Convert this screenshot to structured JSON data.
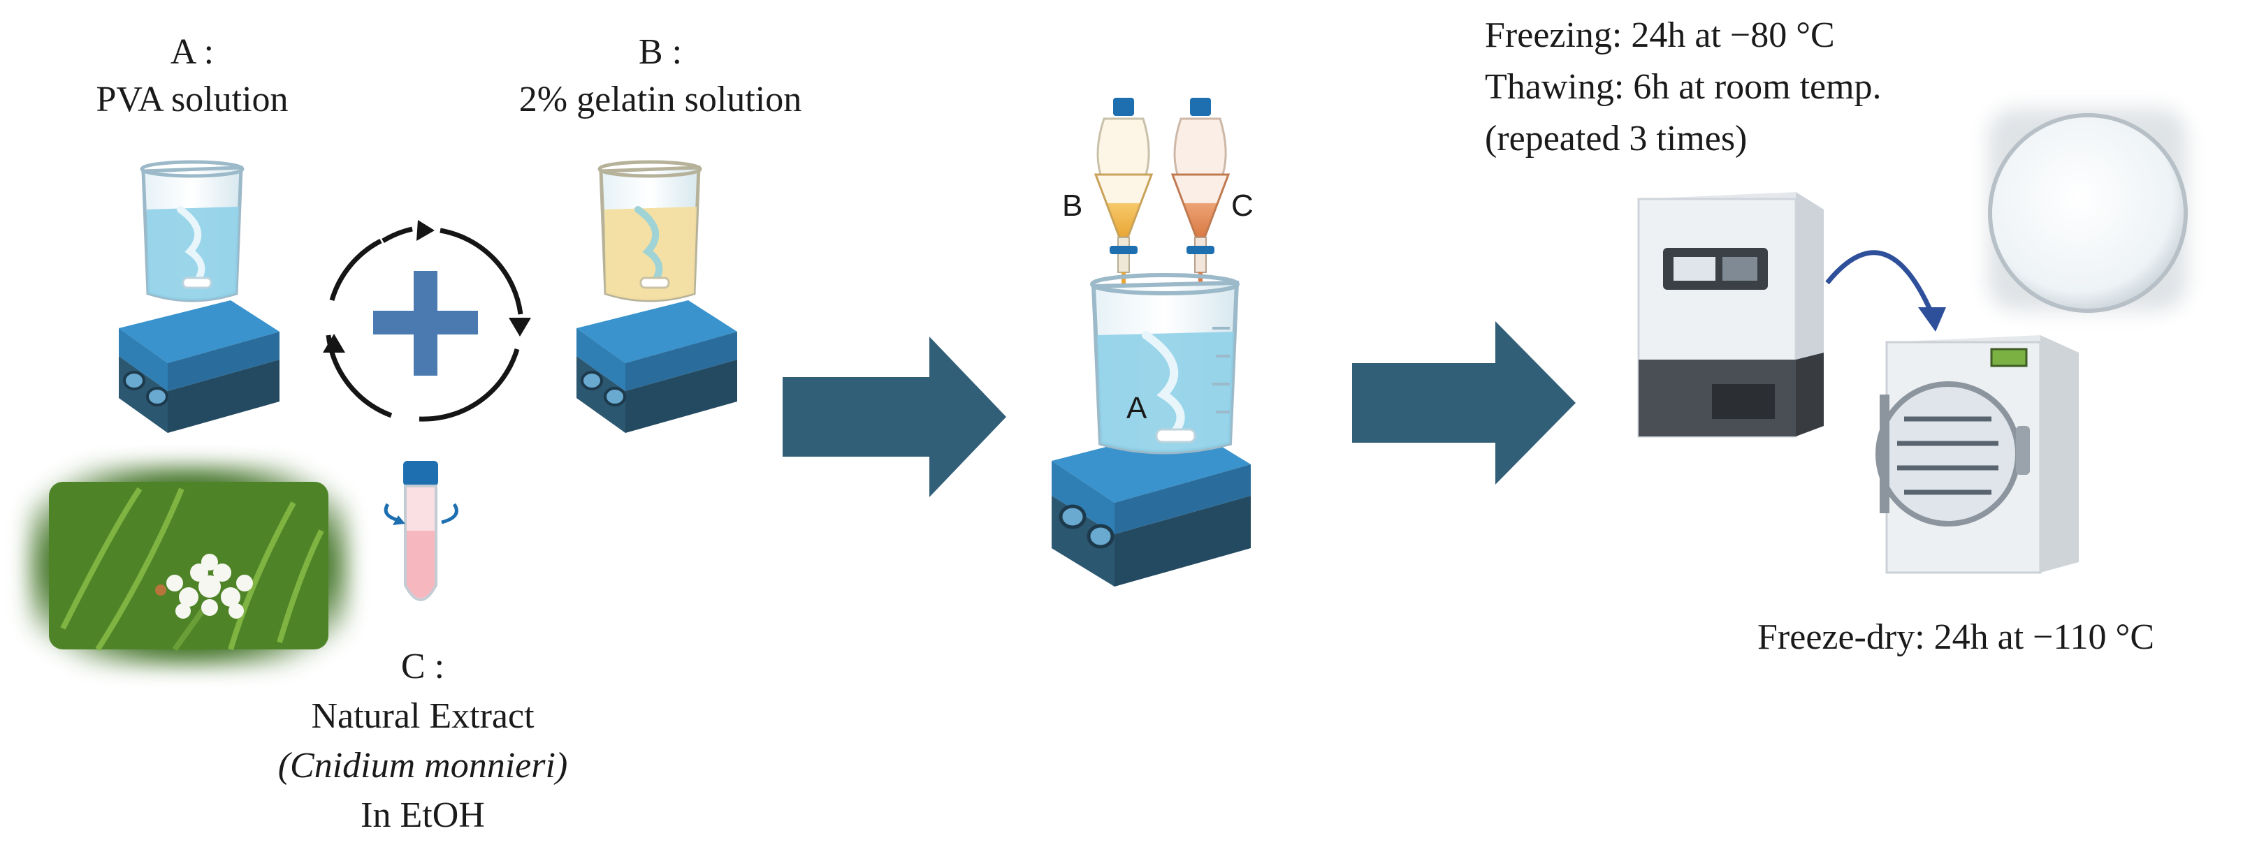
{
  "labels": {
    "a_title": "A :",
    "a_name": "PVA solution",
    "b_title": "B :",
    "b_name": "2% gelatin solution",
    "c_title": "C :",
    "c_name": "Natural Extract",
    "c_species": "(Cnidium monnieri)",
    "c_solvent": "In EtOH",
    "funnel_b": "B",
    "funnel_c": "C",
    "beaker_a": "A",
    "freezing": "Freezing: 24h at −80 °C",
    "thawing": "Thawing: 6h at room temp.",
    "repeat": "(repeated 3 times)",
    "freeze_dry": "Freeze-dry: 24h at −110 °C"
  },
  "colors": {
    "arrow": "#325f78",
    "stirrer_top": "#2f8fc8",
    "stirrer_body": "#2c5770",
    "pva_liquid": "#8fd0e8",
    "gelatin_liquid": "#f3dea0",
    "plus": "#4a7ab0",
    "solution_b": "#f0b040",
    "solution_c": "#e08850",
    "cap_blue": "#1e6fb0"
  }
}
